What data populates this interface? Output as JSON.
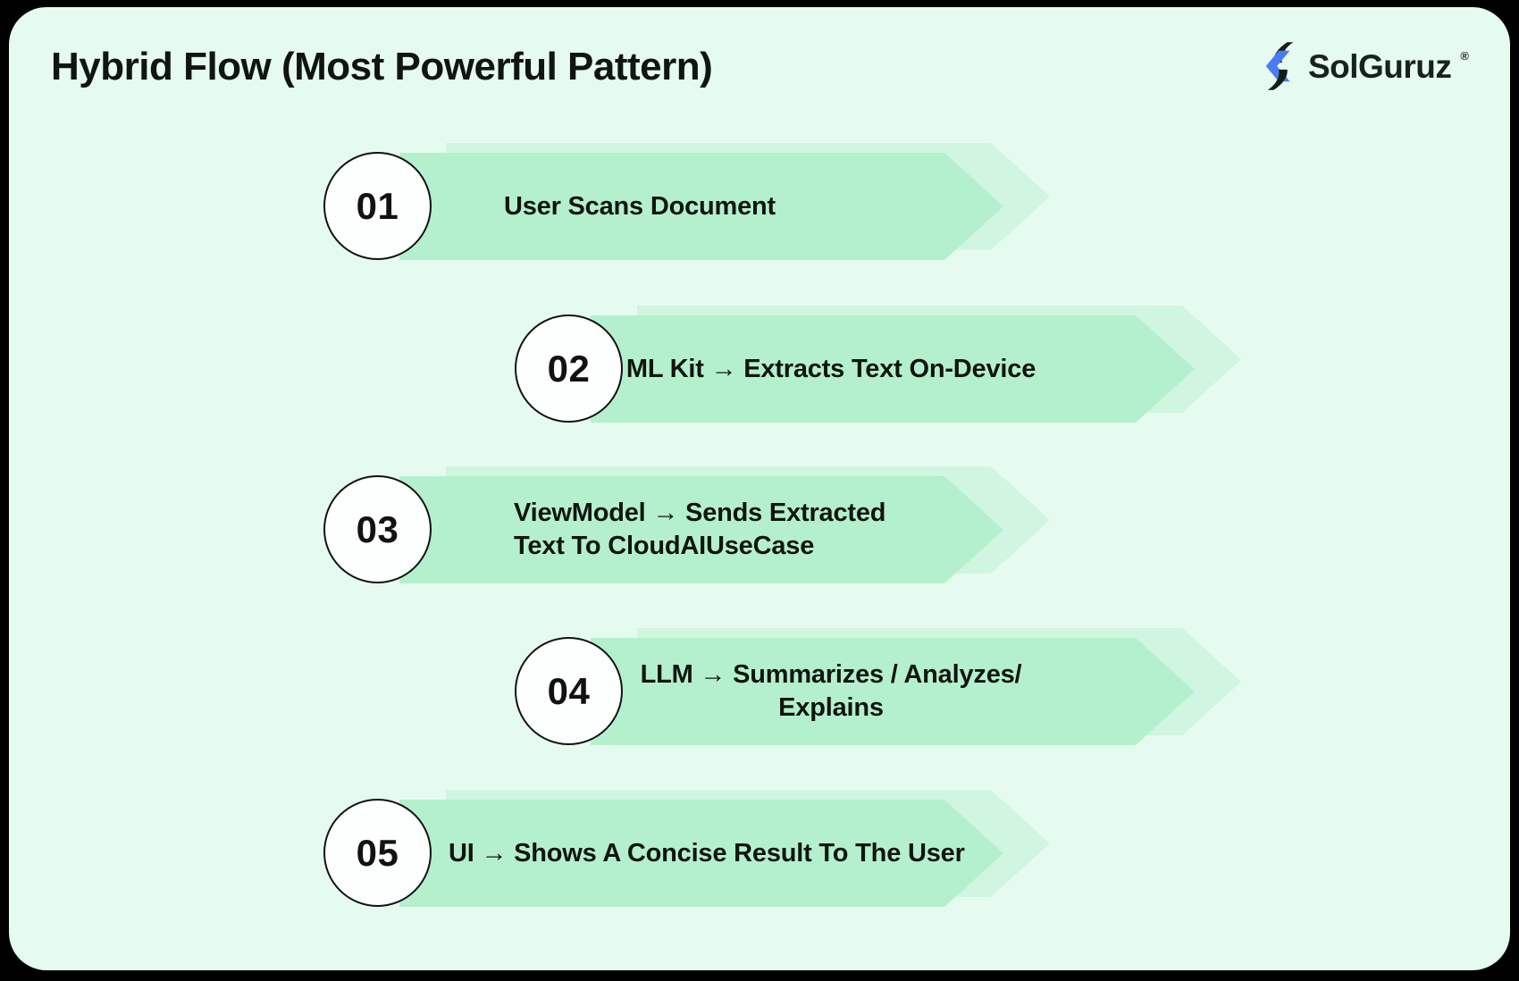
{
  "title": "Hybrid Flow (Most Powerful Pattern)",
  "logo": {
    "brand": "SolGuruz",
    "registered": "®"
  },
  "steps": [
    {
      "number": "01",
      "lines": [
        "User Scans Document"
      ],
      "align": "center"
    },
    {
      "number": "02",
      "lines": [
        "ML Kit → Extracts Text On-Device"
      ],
      "align": "center"
    },
    {
      "number": "03",
      "lines": [
        "ViewModel → Sends Extracted",
        "Text To CloudAIUseCase"
      ],
      "align": "left"
    },
    {
      "number": "04",
      "lines": [
        "LLM → Summarizes / Analyzes/ Explains"
      ],
      "align": "center"
    },
    {
      "number": "05",
      "lines": [
        "UI → Shows A Concise Result To The User"
      ],
      "align": "left"
    }
  ],
  "colors": {
    "frame": "#000000",
    "panel_bg": "#e6fbef",
    "banner": "#b4f0ce",
    "banner_echo": "#d0f5e0",
    "ink": "#10150f",
    "circle_bg": "#fcfffd",
    "circle_border": "#121212",
    "logo_blue": "#4a7bf0",
    "logo_dark": "#151d18"
  }
}
